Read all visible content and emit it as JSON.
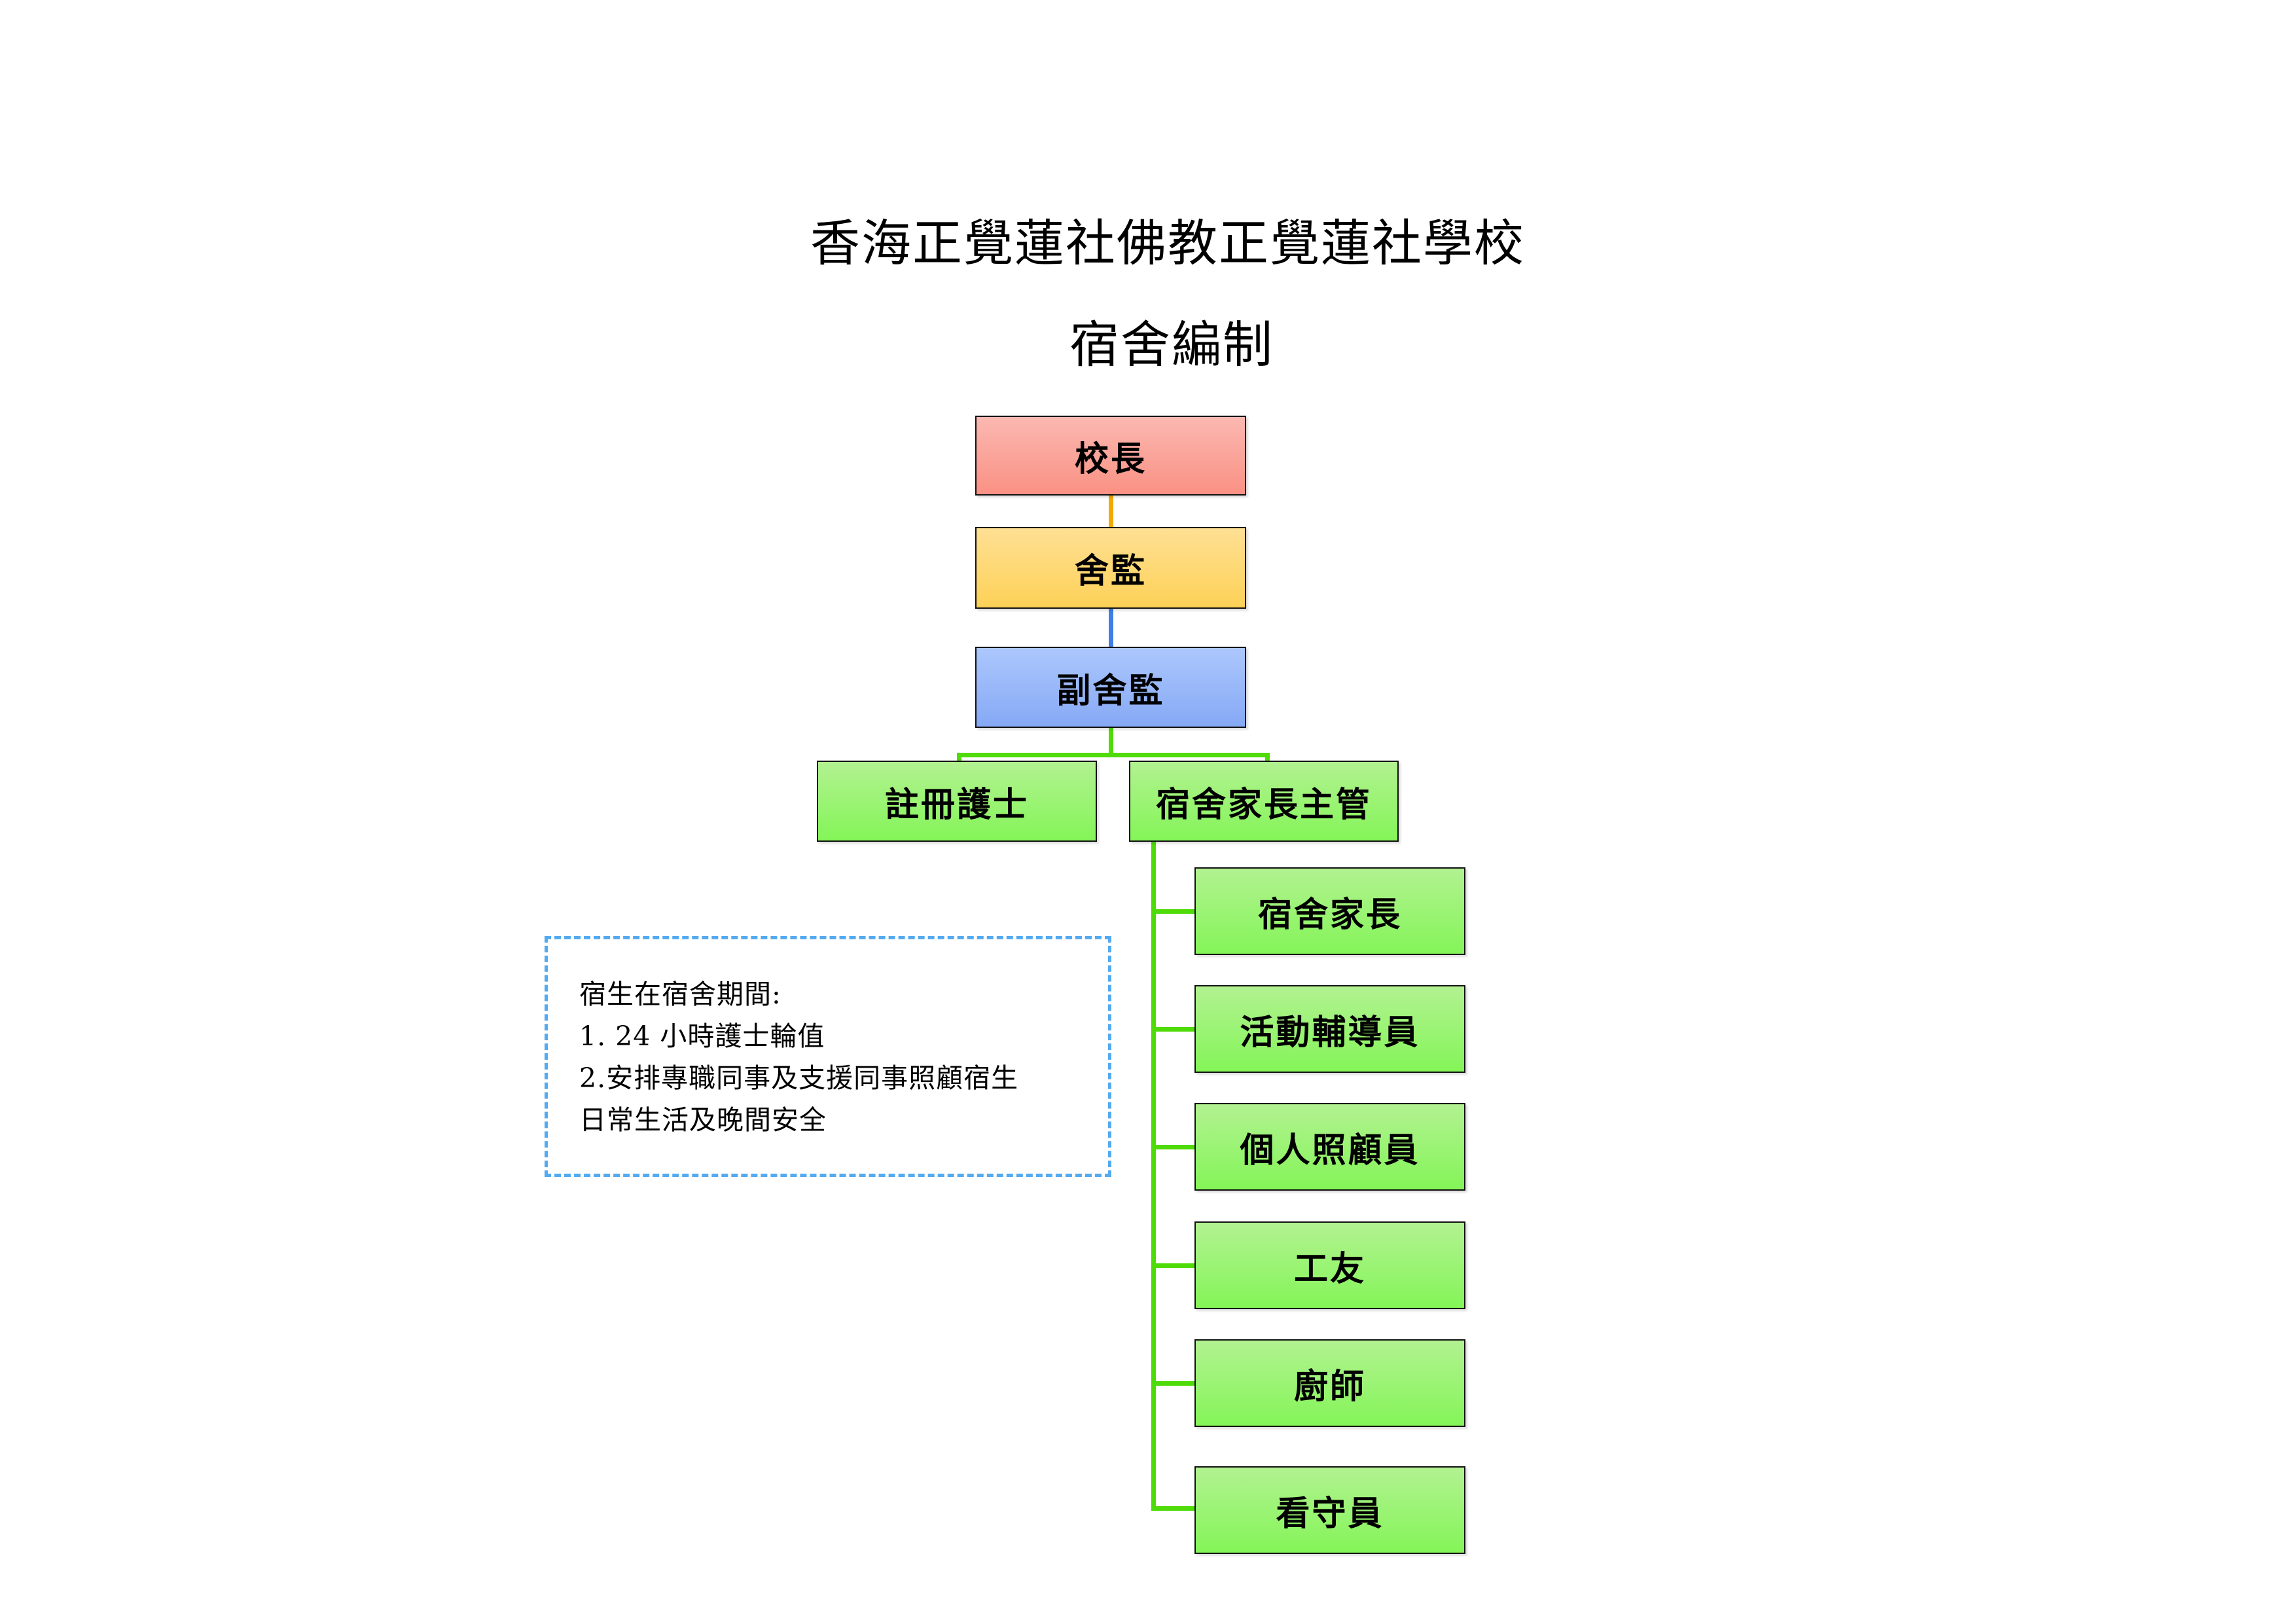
{
  "document": {
    "title_line_1": "香海正覺蓮社佛教正覺蓮社學校",
    "title_line_2": "宿舍編制"
  },
  "colors": {
    "principal_box": "#fa9184",
    "warden_box": "#fdd157",
    "vice_warden_box": "#86a9f5",
    "staff_box": "#84f558",
    "connector_orange": "#f2a900",
    "connector_blue": "#3d7ee8",
    "connector_green": "#4fdb08",
    "note_border": "#54aaf0"
  },
  "org_chart": {
    "type": "hierarchy",
    "levels": [
      {
        "level": 1,
        "nodes": [
          {
            "id": "principal",
            "label": "校長",
            "color": "#fa9184"
          }
        ]
      },
      {
        "level": 2,
        "nodes": [
          {
            "id": "warden",
            "label": "舍監",
            "color": "#fdd157",
            "parent": "principal"
          }
        ]
      },
      {
        "level": 3,
        "nodes": [
          {
            "id": "vice_warden",
            "label": "副舍監",
            "color": "#86a9f5",
            "parent": "warden"
          }
        ]
      },
      {
        "level": 4,
        "nodes": [
          {
            "id": "registered_nurse",
            "label": "註冊護士",
            "color": "#84f558",
            "parent": "vice_warden"
          },
          {
            "id": "head_house_parent",
            "label": "宿舍家長主管",
            "color": "#84f558",
            "parent": "vice_warden"
          }
        ]
      },
      {
        "level": 5,
        "nodes": [
          {
            "id": "house_parent",
            "label": "宿舍家長",
            "color": "#84f558",
            "parent": "head_house_parent"
          },
          {
            "id": "activity_guide",
            "label": "活動輔導員",
            "color": "#84f558",
            "parent": "head_house_parent"
          },
          {
            "id": "personal_care_worker",
            "label": "個人照顧員",
            "color": "#84f558",
            "parent": "head_house_parent"
          },
          {
            "id": "janitor",
            "label": "工友",
            "color": "#84f558",
            "parent": "head_house_parent"
          },
          {
            "id": "chef",
            "label": "廚師",
            "color": "#84f558",
            "parent": "head_house_parent"
          },
          {
            "id": "watchman",
            "label": "看守員",
            "color": "#84f558",
            "parent": "head_house_parent"
          }
        ]
      }
    ]
  },
  "note": {
    "heading": "宿生在宿舍期間:",
    "lines": [
      "1. 24 小時護士輪值",
      "2.安排專職同事及支援同事照顧宿生",
      "日常生活及晚間安全"
    ]
  }
}
